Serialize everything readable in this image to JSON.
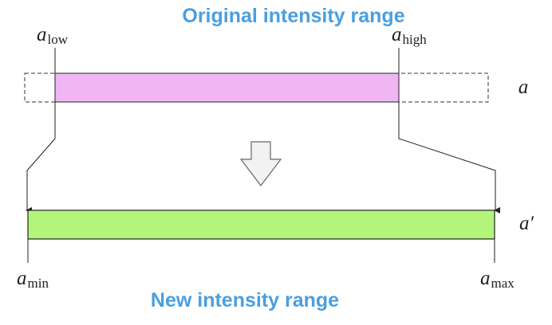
{
  "titles": {
    "top": "Original intensity range",
    "bottom": "New intensity range"
  },
  "labels": {
    "a_low": {
      "base": "a",
      "sub": "low"
    },
    "a_high": {
      "base": "a",
      "sub": "high"
    },
    "a": "a",
    "a_prime": "a′",
    "a_min": {
      "base": "a",
      "sub": "min"
    },
    "a_max": {
      "base": "a",
      "sub": "max"
    }
  },
  "colors": {
    "title": "#4a9fe0",
    "original_bar": "#f0b6f4",
    "new_bar": "#b2f57a",
    "stroke": "#222222",
    "arrow_fill": "#f2f2f2",
    "arrow_stroke": "#666666"
  }
}
